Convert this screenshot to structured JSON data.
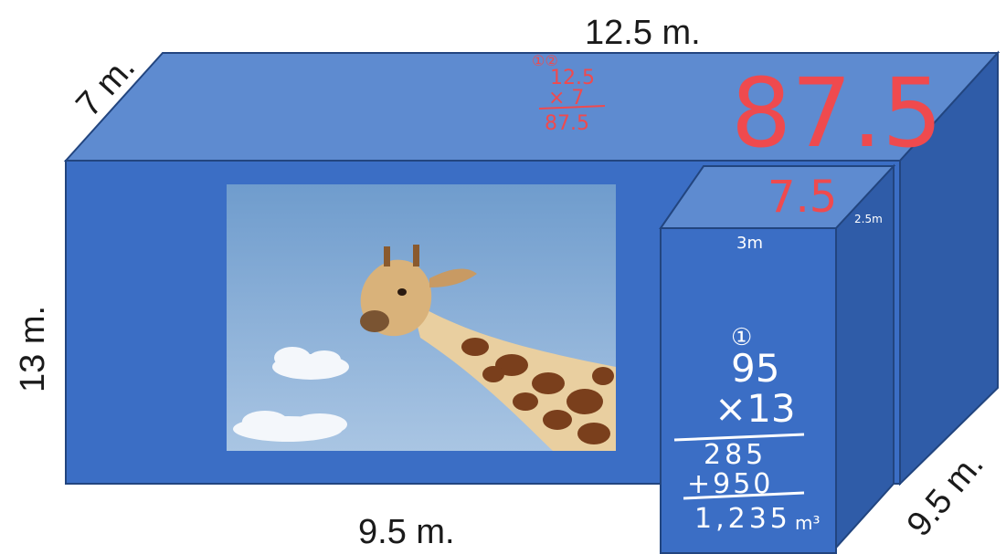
{
  "dimensions": {
    "top_length": "12.5 m.",
    "depth": "7 m.",
    "height": "13 m.",
    "bottom_length": "9.5 m.",
    "right_depth": "9.5 m."
  },
  "red_notes": {
    "carry_marks": "①②",
    "multiplicand": "12.5",
    "multiplier": "× 7",
    "product": "87.5",
    "large_result": "87.5",
    "small_result": "7.5"
  },
  "white_notes": {
    "width_label": "3m",
    "depth_label": "2.5m",
    "carry": "①",
    "multiplicand": "95",
    "multiplier": "×13",
    "partial_1": "285",
    "partial_2": "+950",
    "total": "1,235",
    "unit": "m³"
  },
  "photo": {
    "subject": "giraffe-photo",
    "sky_color": "#8fb2d8"
  },
  "colors": {
    "front_face": "#3b6ec5",
    "top_face": "#5e8bd0",
    "side_face": "#2f5ca8",
    "outline": "#22457f",
    "red_ink": "#ef4a4e",
    "white_ink": "#ffffff"
  }
}
